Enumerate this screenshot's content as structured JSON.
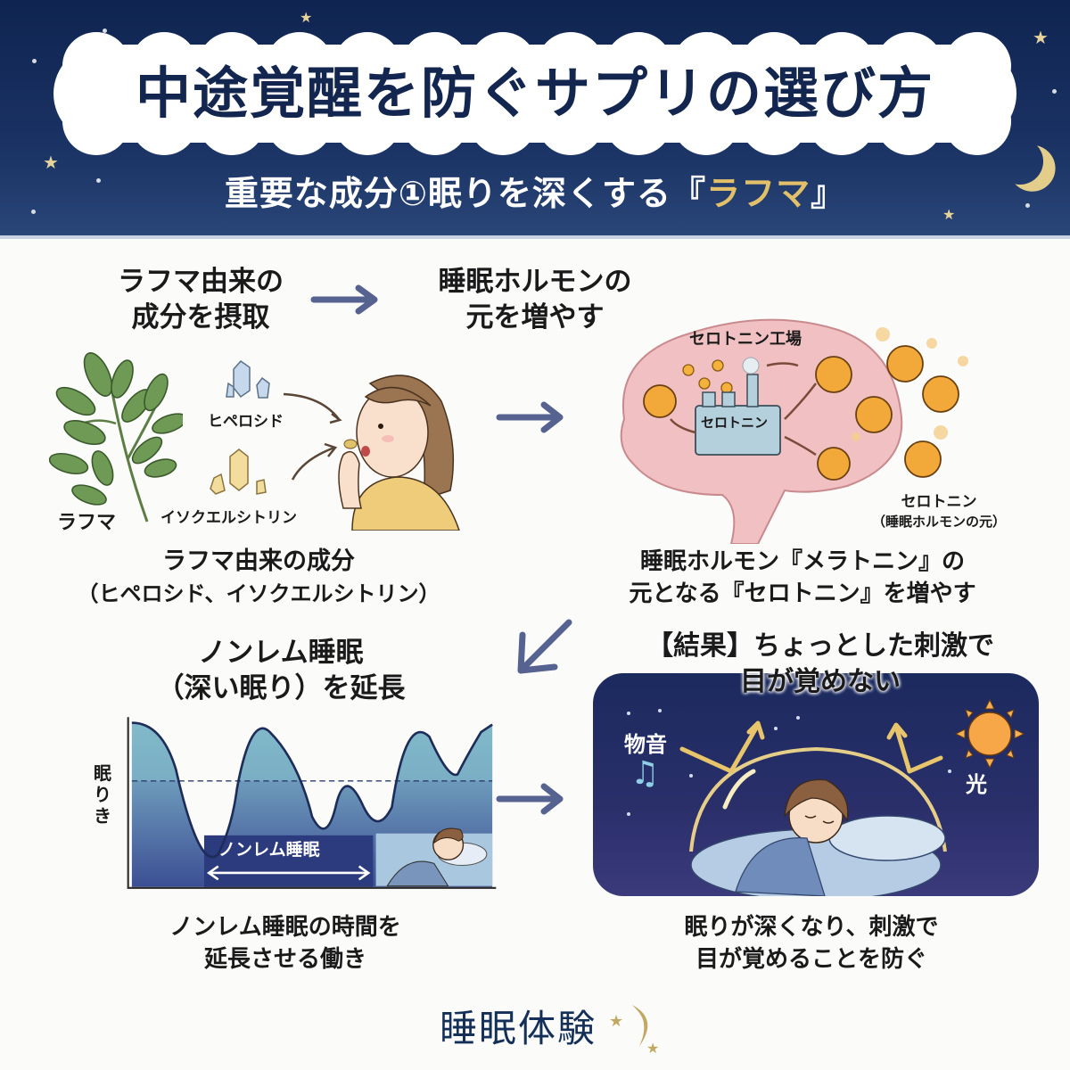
{
  "header": {
    "title": "中途覚醒を防ぐサプリの選び方",
    "subtitle_prefix": "重要な成分①眠りを深くする",
    "subtitle_open": "『",
    "subtitle_highlight": "ラフマ",
    "subtitle_close": "』",
    "colors": {
      "background": "#13264f",
      "title_text": "#13264f",
      "highlight": "#e2c06a"
    }
  },
  "step1": {
    "heading_line1": "ラフマ由来の",
    "heading_line2": "成分を摂取",
    "plant_label": "ラフマ",
    "ingredient_a": "ヒペロシド",
    "ingredient_b": "イソクエルシトリン",
    "caption_line1": "ラフマ由来の成分",
    "caption_line2": "（ヒペロシド、イソクエルシトリン）"
  },
  "step2": {
    "heading_line1": "睡眠ホルモンの",
    "heading_line2": "元を増やす",
    "factory_title": "セロトニン工場",
    "factory_sign": "セロトニン",
    "serotonin_label": "セロトニン",
    "serotonin_sublabel": "（睡眠ホルモンの元）",
    "caption_line1": "睡眠ホルモン『メラトニン』の",
    "caption_line2": "元となる『セロトニン』を増やす"
  },
  "step3": {
    "heading_line1": "ノンレム睡眠",
    "heading_line2": "（深い眠り）を延長",
    "caption_line1": "ノンレム睡眠の時間を",
    "caption_line2": "延長させる働き"
  },
  "step4": {
    "heading_line1": "【結果】ちょっとした刺激で",
    "heading_line2": "目が覚めない",
    "sound_label": "物音",
    "light_label": "光",
    "caption_line1": "眠りが深くなり、刺激で",
    "caption_line2": "目が覚めることを防ぐ"
  },
  "chart_data": {
    "type": "area",
    "title": "",
    "ylabel": "眠りき",
    "xlabel": "",
    "annotation": "ノンレム睡眠",
    "threshold_line": "dashed",
    "note": "Illustrative sleep-depth wave; no numeric ticks shown"
  },
  "footer": {
    "brand": "睡眠体験",
    "brand_color": "#143058"
  },
  "icons": {
    "arrow_right": "arrow-right-icon",
    "arrow_down_left": "arrow-down-left-icon",
    "music_note": "♫",
    "moon": "moon-icon",
    "star": "★"
  }
}
